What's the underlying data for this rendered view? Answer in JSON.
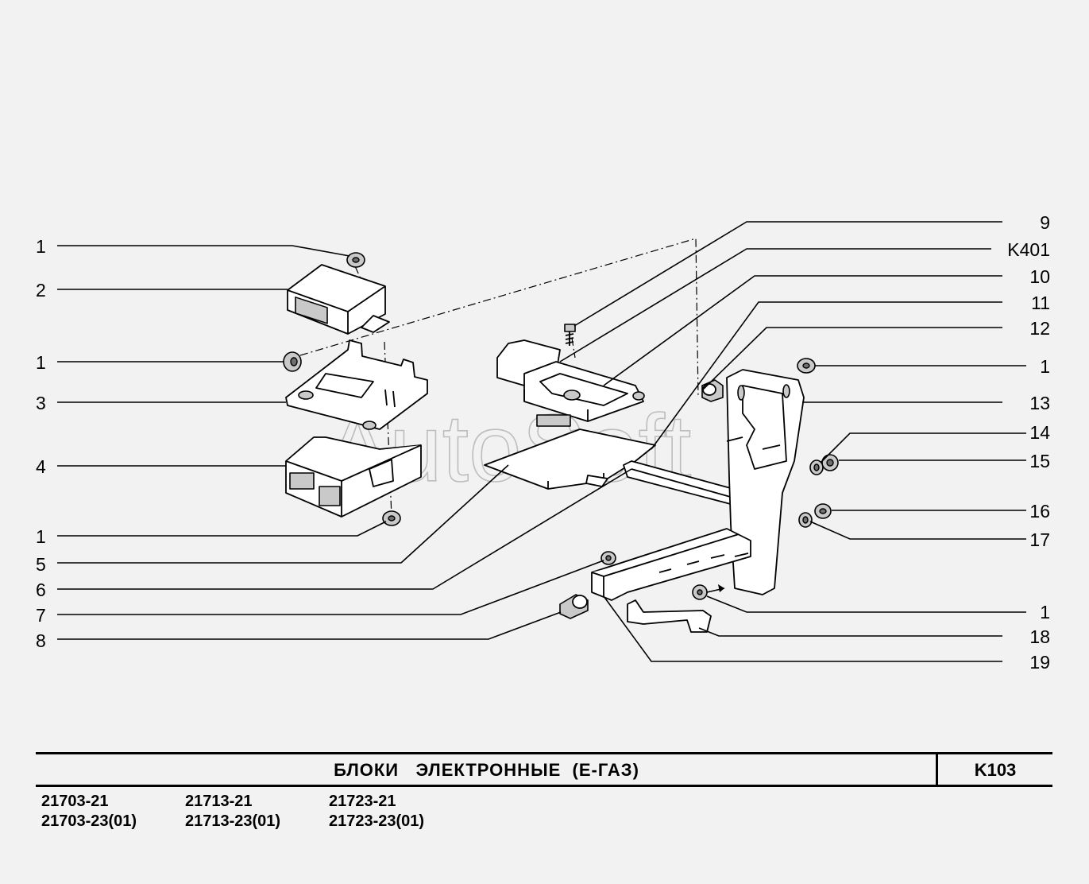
{
  "watermark": "AutoSoft",
  "callouts_left": [
    "1",
    "2",
    "1",
    "3",
    "4",
    "1",
    "5",
    "6",
    "7",
    "8"
  ],
  "callouts_right": [
    "9",
    "K401",
    "10",
    "11",
    "12",
    "1",
    "13",
    "14",
    "15",
    "16",
    "17",
    "1",
    "18",
    "19"
  ],
  "title": "БЛОКИ   ЭЛЕКТРОННЫЕ  (Е-ГАЗ)",
  "code": "K103",
  "models": [
    [
      "21703-21",
      "21703-23(01)"
    ],
    [
      "21713-21",
      "21713-23(01)"
    ],
    [
      "21723-21",
      "21723-23(01)"
    ]
  ]
}
